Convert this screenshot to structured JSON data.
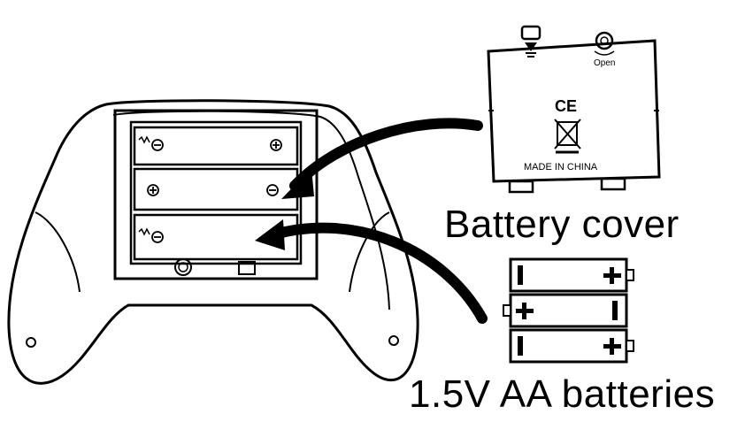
{
  "labels": {
    "battery_cover": "Battery cover",
    "batteries": "1.5V AA batteries"
  },
  "cover": {
    "open_text": "Open",
    "ce_mark": "CE",
    "made_in": "MADE IN CHINA"
  },
  "colors": {
    "ink": "#000000",
    "paper": "#ffffff"
  }
}
